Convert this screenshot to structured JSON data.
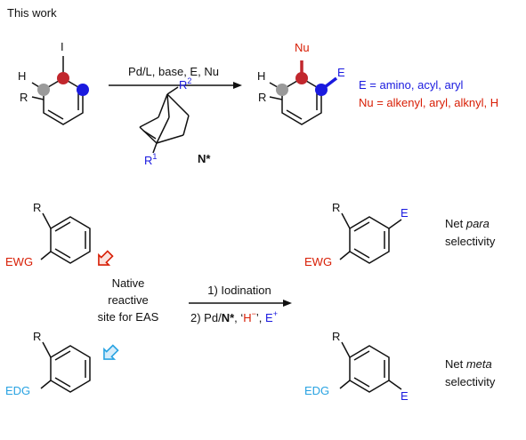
{
  "header": {
    "title": "This work"
  },
  "reaction1": {
    "reagents": "Pd/L, base, E, Nu",
    "catalyst_label": "N*",
    "r1": "R",
    "r1_sup": "1",
    "r2": "R",
    "r2_sup": "2",
    "reactant": {
      "iodo": "I",
      "h": "H",
      "r": "R"
    },
    "product": {
      "nu": "Nu",
      "h": "H",
      "r": "R",
      "e": "E"
    },
    "legend_e": "E = amino, acyl, aryl",
    "legend_nu": "Nu = alkenyl, aryl, alknyl, H"
  },
  "reaction2": {
    "sm1": {
      "r": "R",
      "sub": "EWG"
    },
    "sm2": {
      "r": "R",
      "sub": "EDG"
    },
    "native_line1": "Native",
    "native_line2": "reactive",
    "native_line3": "site for EAS",
    "step1": "1) Iodination",
    "step2_prefix": "2) Pd/",
    "step2_n": "N*",
    "step2_sep1": ", ‘",
    "step2_h": "H",
    "step2_hsup": "−",
    "step2_sep2": "’, ",
    "step2_e": "E",
    "step2_esup": "+",
    "prod1": {
      "r": "R",
      "sub": "EWG",
      "e": "E"
    },
    "prod2": {
      "r": "R",
      "sub": "EDG",
      "e": "E"
    },
    "net_para_1": "Net ",
    "net_para_2": "para",
    "net_para_3": "selectivity",
    "net_meta_1": "Net ",
    "net_meta_2": "meta",
    "net_meta_3": "selectivity"
  },
  "colors": {
    "red": "#d81e05",
    "blue": "#1a1adf",
    "cyan": "#29a3e2",
    "grey": "#9a9a9a"
  }
}
